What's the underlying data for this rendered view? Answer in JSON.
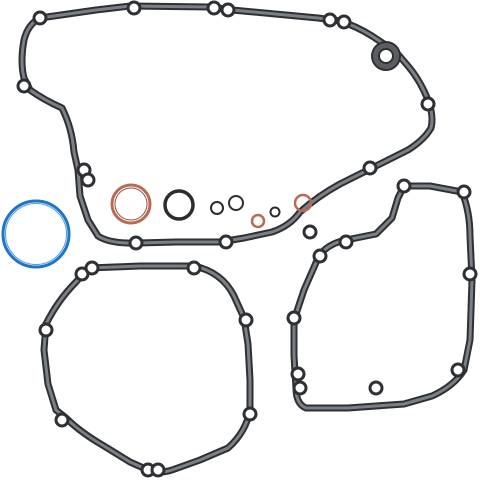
{
  "image": {
    "subject": "gasket-kit-product-photo",
    "colors": {
      "background": "#ffffff",
      "gasket_body": "#5a5e63",
      "gasket_outline": "#2e3033",
      "gasket_highlight": "#8a8f95",
      "bolt_hole_fill": "#ffffff",
      "o_ring_blue": "#1e74c8",
      "o_ring_copper": "#b86a52",
      "o_ring_dark": "#2a2c2f"
    },
    "components": [
      {
        "name": "crankcase-cover-gasket",
        "count": 1
      },
      {
        "name": "clutch-cover-gasket",
        "count": 1
      },
      {
        "name": "ignition-cover-gasket",
        "count": 1
      },
      {
        "name": "large-blue-o-ring",
        "count": 1
      },
      {
        "name": "copper-o-ring",
        "count": 3
      },
      {
        "name": "black-o-ring",
        "count": 4
      },
      {
        "name": "gray-seal-washer",
        "count": 1
      }
    ]
  }
}
